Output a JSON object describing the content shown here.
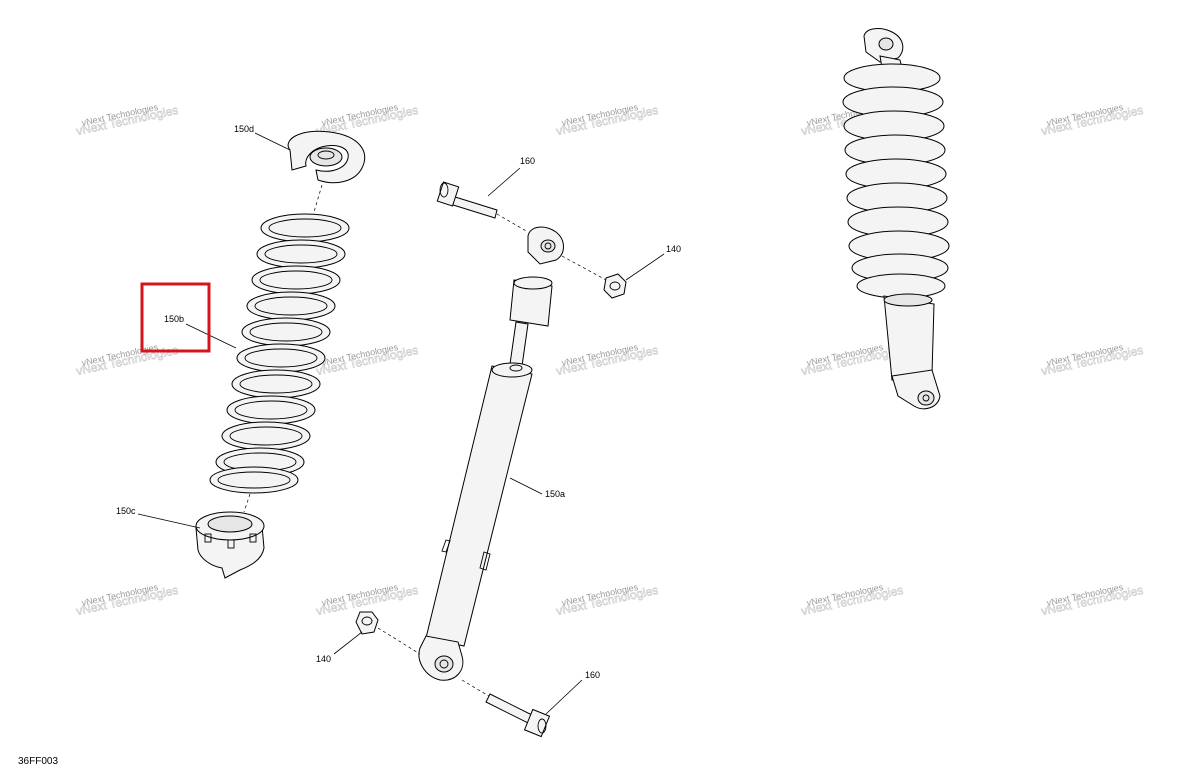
{
  "callouts": {
    "c150d": "150d",
    "c150b": "150b",
    "c150c": "150c",
    "c150a": "150a",
    "c160_top": "160",
    "c160_bottom": "160",
    "c140_top": "140",
    "c140_bottom": "140"
  },
  "watermark": {
    "line1": "vNext Technologies",
    "line2": "vNext Technologies"
  },
  "figure_code": "36FF003",
  "colors": {
    "highlight": "#d6141c",
    "watermark": "#9a9a9a"
  }
}
